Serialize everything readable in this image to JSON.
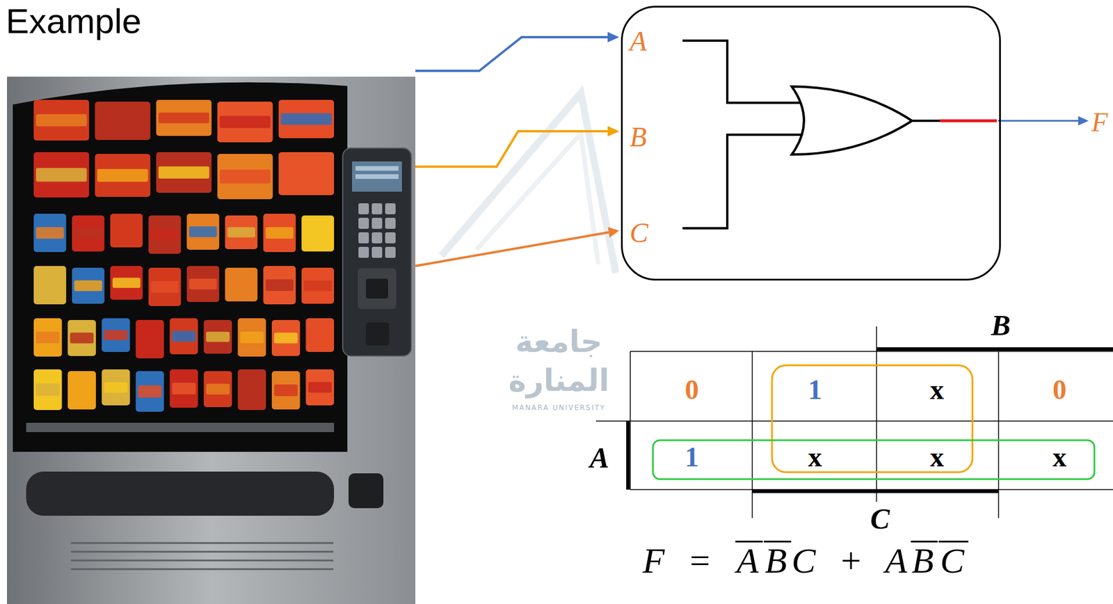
{
  "diagram": {
    "title": "Example",
    "nodes": [
      {
        "text": [
          "A",
          "B",
          "C"
        ]
      }
    ],
    "labels": [
      "F",
      "B",
      "A",
      "C",
      "0",
      "1",
      "x",
      "0",
      "1",
      "x",
      "x",
      "x",
      "F = ABC + ABC",
      "جامعة",
      "المنارة",
      "MANARA UNIVERSITY"
    ]
  }
}
